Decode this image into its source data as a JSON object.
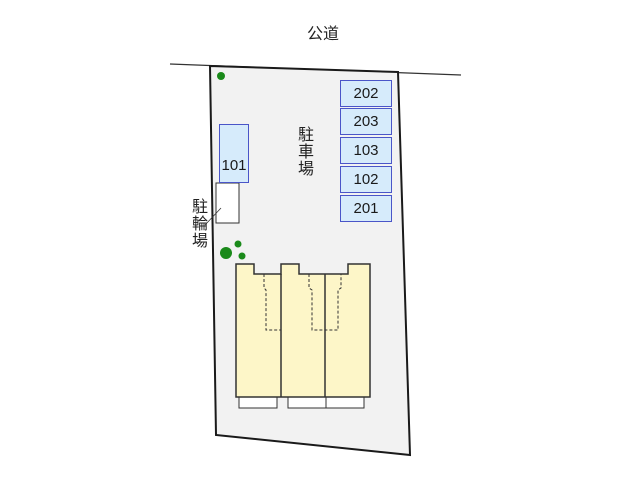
{
  "road": {
    "label": "公道"
  },
  "site": {
    "fill": "#f2f2f2",
    "stroke": "#1a1a1a"
  },
  "parking": {
    "label": "駐車場",
    "stall_fill": "#d6ebfb",
    "stall_stroke": "#4a55c8",
    "stalls": [
      {
        "id": "202"
      },
      {
        "id": "203"
      },
      {
        "id": "103"
      },
      {
        "id": "102"
      },
      {
        "id": "201"
      }
    ],
    "side_stall": {
      "id": "101"
    }
  },
  "bicycle_parking": {
    "label": "駐輪場"
  },
  "building": {
    "fill": "#fdf6c8",
    "stroke": "#333333",
    "units": 3
  },
  "trees": {
    "color": "#1a8a1a"
  }
}
